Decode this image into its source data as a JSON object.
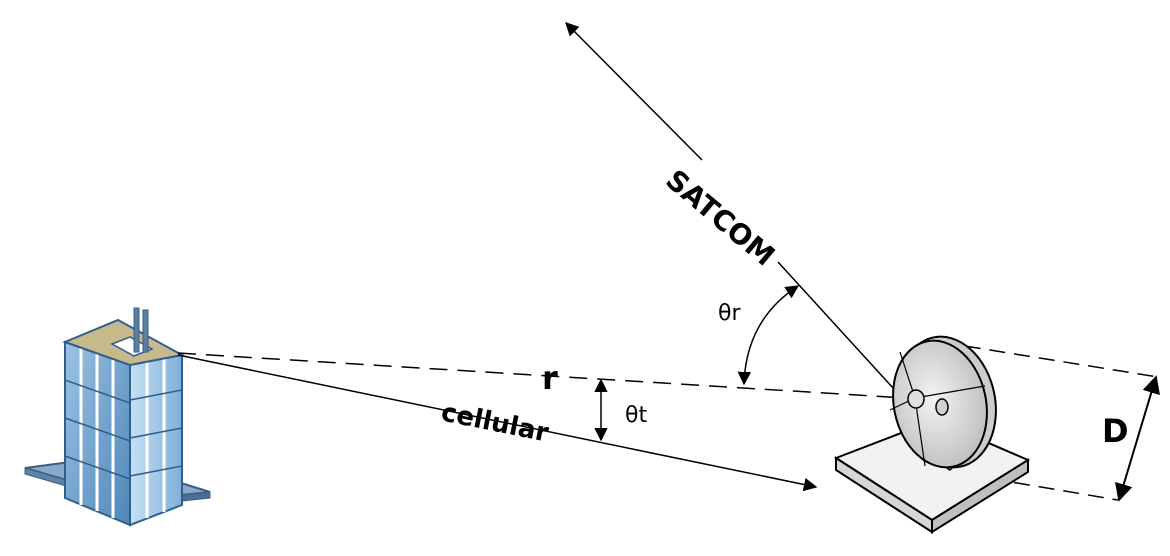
{
  "labels": {
    "satcom": "SATCOM",
    "theta_r": "θr",
    "r": "r",
    "theta_t": "θt",
    "cellular": "cellular",
    "D": "D"
  },
  "icons": {
    "building": "office-building-icon",
    "dish": "satellite-dish-icon"
  },
  "colors": {
    "line": "#000000",
    "building_glass": "#6f9fc8",
    "building_frame": "#2f5f8f",
    "building_roof": "#c7b98a",
    "dish_fill": "#e6e6e6",
    "dish_base": "#efefef"
  }
}
